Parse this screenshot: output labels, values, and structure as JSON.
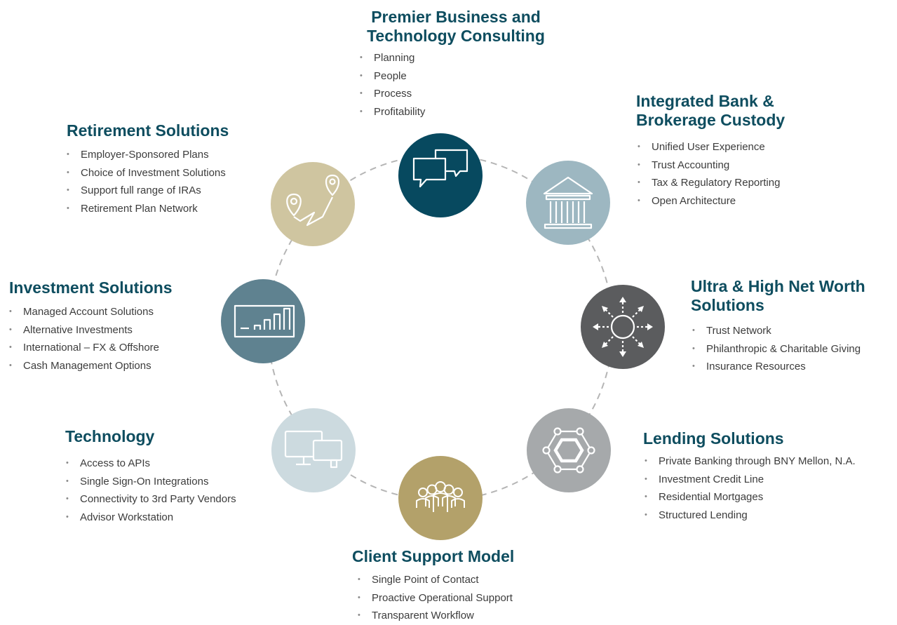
{
  "colors": {
    "consulting": "#07495f",
    "custody": "#9db7c1",
    "uhnw": "#5b5c5e",
    "lending": "#a6a9ab",
    "client_support": "#b3a16a",
    "technology": "#ccdadf",
    "investment": "#5f8290",
    "retirement": "#cfc5a0",
    "heading": "#0e4d5f",
    "ring": "#b5b5b5"
  },
  "nodes": [
    {
      "key": "consulting",
      "icon": "speech-bubbles-icon",
      "title_lines": [
        "Premier Business and",
        "Technology Consulting"
      ],
      "items": [
        "Planning",
        "People",
        "Process",
        "Profitability"
      ]
    },
    {
      "key": "custody",
      "icon": "bank-building-icon",
      "title_lines": [
        "Integrated Bank &",
        "Brokerage Custody"
      ],
      "items": [
        "Unified User Experience",
        "Trust Accounting",
        "Tax & Regulatory Reporting",
        "Open Architecture"
      ]
    },
    {
      "key": "uhnw",
      "icon": "radiating-sun-icon",
      "title_lines": [
        "Ultra & High Net Worth",
        "Solutions"
      ],
      "items": [
        "Trust Network",
        "Philanthropic & Charitable Giving",
        "Insurance Resources"
      ]
    },
    {
      "key": "lending",
      "icon": "hexagon-network-icon",
      "title_lines": [
        "Lending Solutions"
      ],
      "items": [
        "Private Banking through BNY Mellon, N.A.",
        "Investment Credit Line",
        "Residential Mortgages",
        "Structured Lending"
      ]
    },
    {
      "key": "client_support",
      "icon": "people-group-icon",
      "title_lines": [
        "Client Support Model"
      ],
      "items": [
        "Single Point of Contact",
        "Proactive Operational Support",
        "Transparent Workflow"
      ]
    },
    {
      "key": "technology",
      "icon": "monitors-icon",
      "title_lines": [
        "Technology"
      ],
      "items": [
        "Access to APIs",
        "Single Sign-On Integrations",
        "Connectivity to 3rd Party Vendors",
        "Advisor Workstation"
      ]
    },
    {
      "key": "investment",
      "icon": "bar-chart-icon",
      "title_lines": [
        "Investment Solutions"
      ],
      "items": [
        "Managed Account Solutions",
        "Alternative Investments",
        "International – FX & Offshore",
        "Cash Management Options"
      ]
    },
    {
      "key": "retirement",
      "icon": "map-route-icon",
      "title_lines": [
        "Retirement Solutions"
      ],
      "items": [
        "Employer-Sponsored Plans",
        "Choice of Investment Solutions",
        "Support full range of IRAs",
        "Retirement Plan Network"
      ]
    }
  ]
}
